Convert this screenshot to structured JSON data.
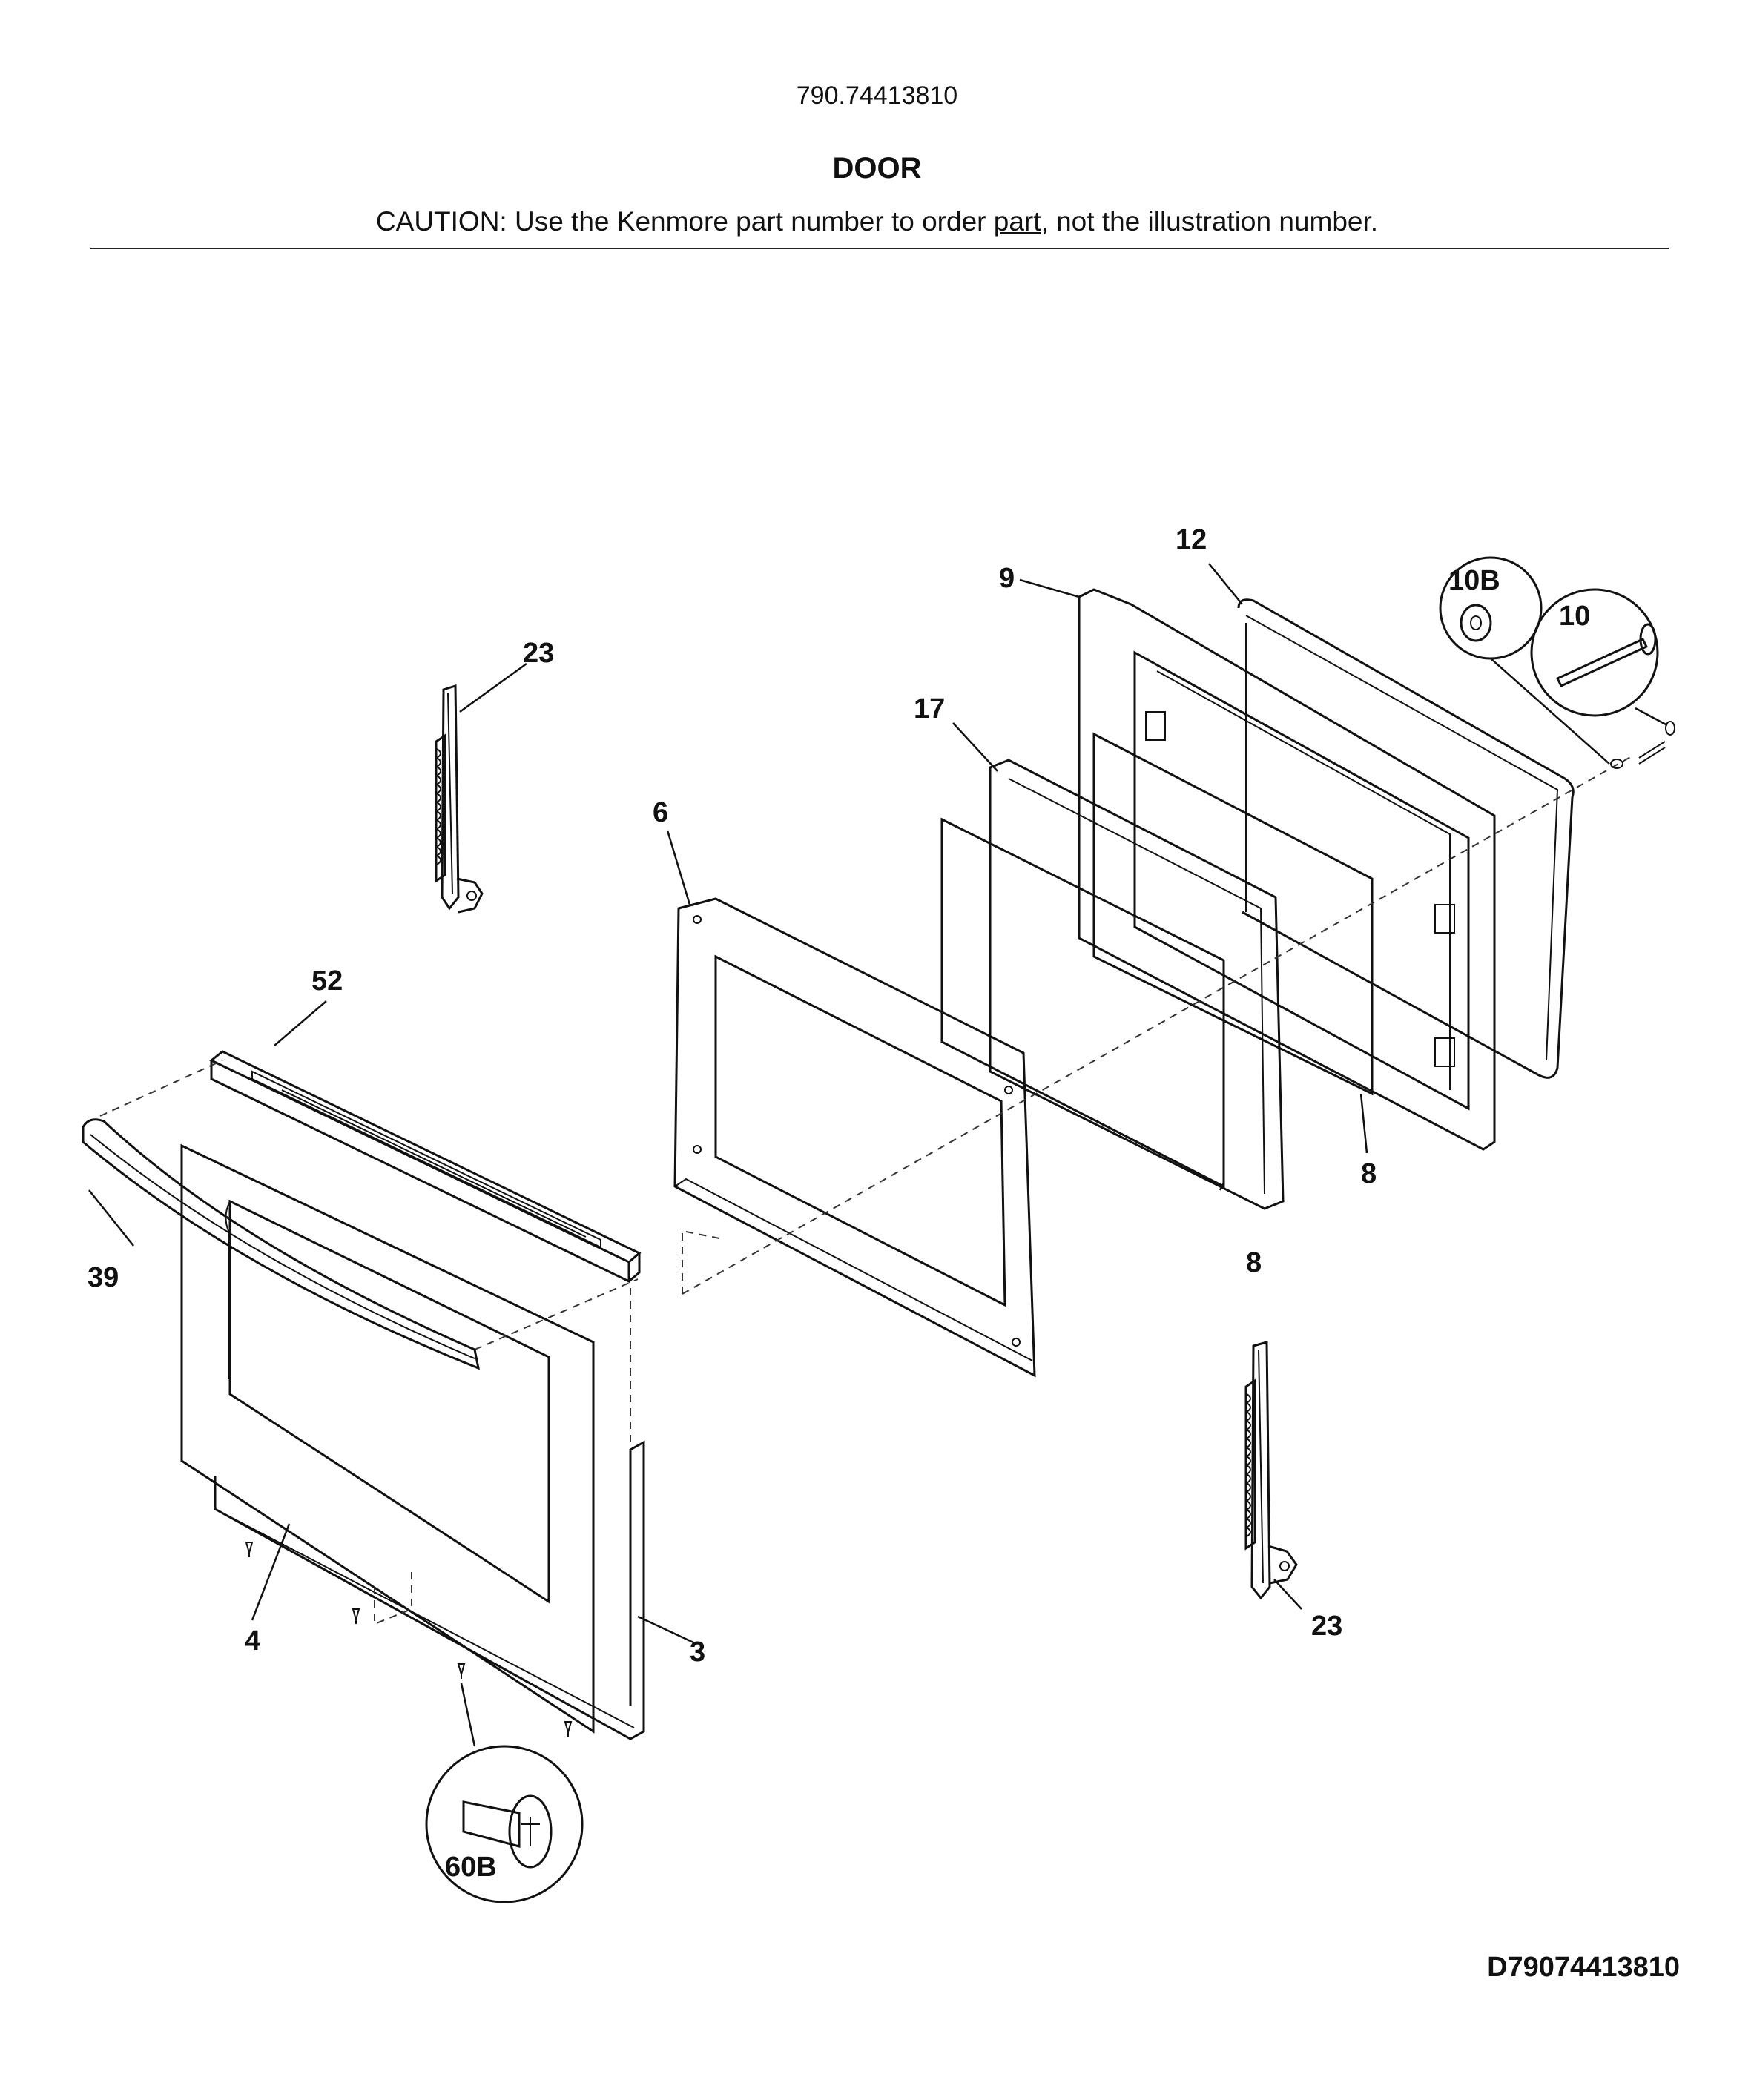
{
  "header": {
    "model_number": "790.74413810",
    "section_title": "DOOR",
    "caution_prefix": "CAUTION: Use the Kenmore part number to order ",
    "caution_link": "part",
    "caution_suffix": ", not the illustration number."
  },
  "diagram_id": "D79074413810",
  "callouts": {
    "p3": "3",
    "p4": "4",
    "p6": "6",
    "p8a": "8",
    "p8b": "8",
    "p9": "9",
    "p10": "10",
    "p10b": "10B",
    "p12": "12",
    "p17": "17",
    "p23a": "23",
    "p23b": "23",
    "p39": "39",
    "p52": "52",
    "p60b": "60B"
  }
}
